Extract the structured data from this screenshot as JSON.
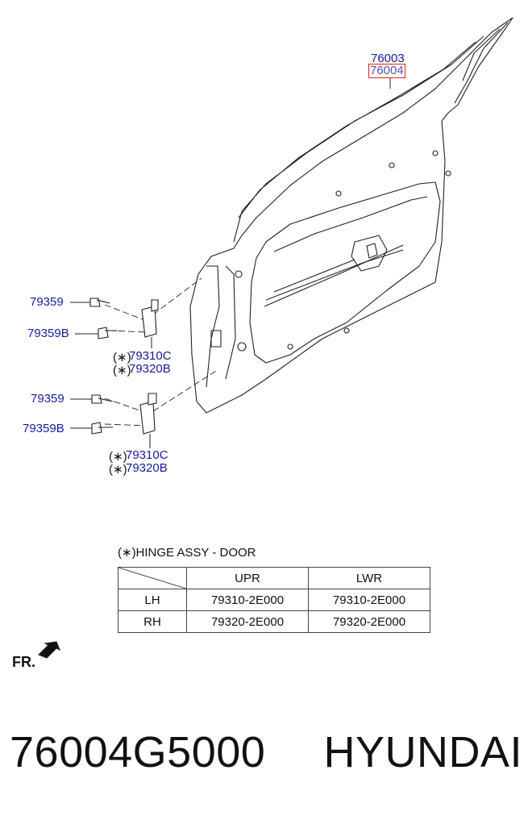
{
  "callouts": {
    "part_main_a": "76003",
    "part_main_b": "76004",
    "upper_bolt": "79359",
    "upper_bolt_b": "79359B",
    "upper_hinge_c": "79310C",
    "upper_hinge_b": "79320B",
    "lower_bolt": "79359",
    "lower_bolt_b": "79359B",
    "lower_hinge_c": "79310C",
    "lower_hinge_b": "79320B",
    "star": "(∗)"
  },
  "hinge_table": {
    "title": "(∗)HINGE ASSY - DOOR",
    "headers": [
      "",
      "UPR",
      "LWR"
    ],
    "rows": [
      {
        "side": "LH",
        "upr": "79310-2E000",
        "lwr": "79310-2E000"
      },
      {
        "side": "RH",
        "upr": "79320-2E000",
        "lwr": "79320-2E000"
      }
    ]
  },
  "orientation_label": "FR.",
  "footer": {
    "part_number": "76004G5000",
    "brand": "HYUNDAI"
  },
  "colors": {
    "callout_text": "#1a1a9c",
    "highlight_box": "#e0201c"
  }
}
